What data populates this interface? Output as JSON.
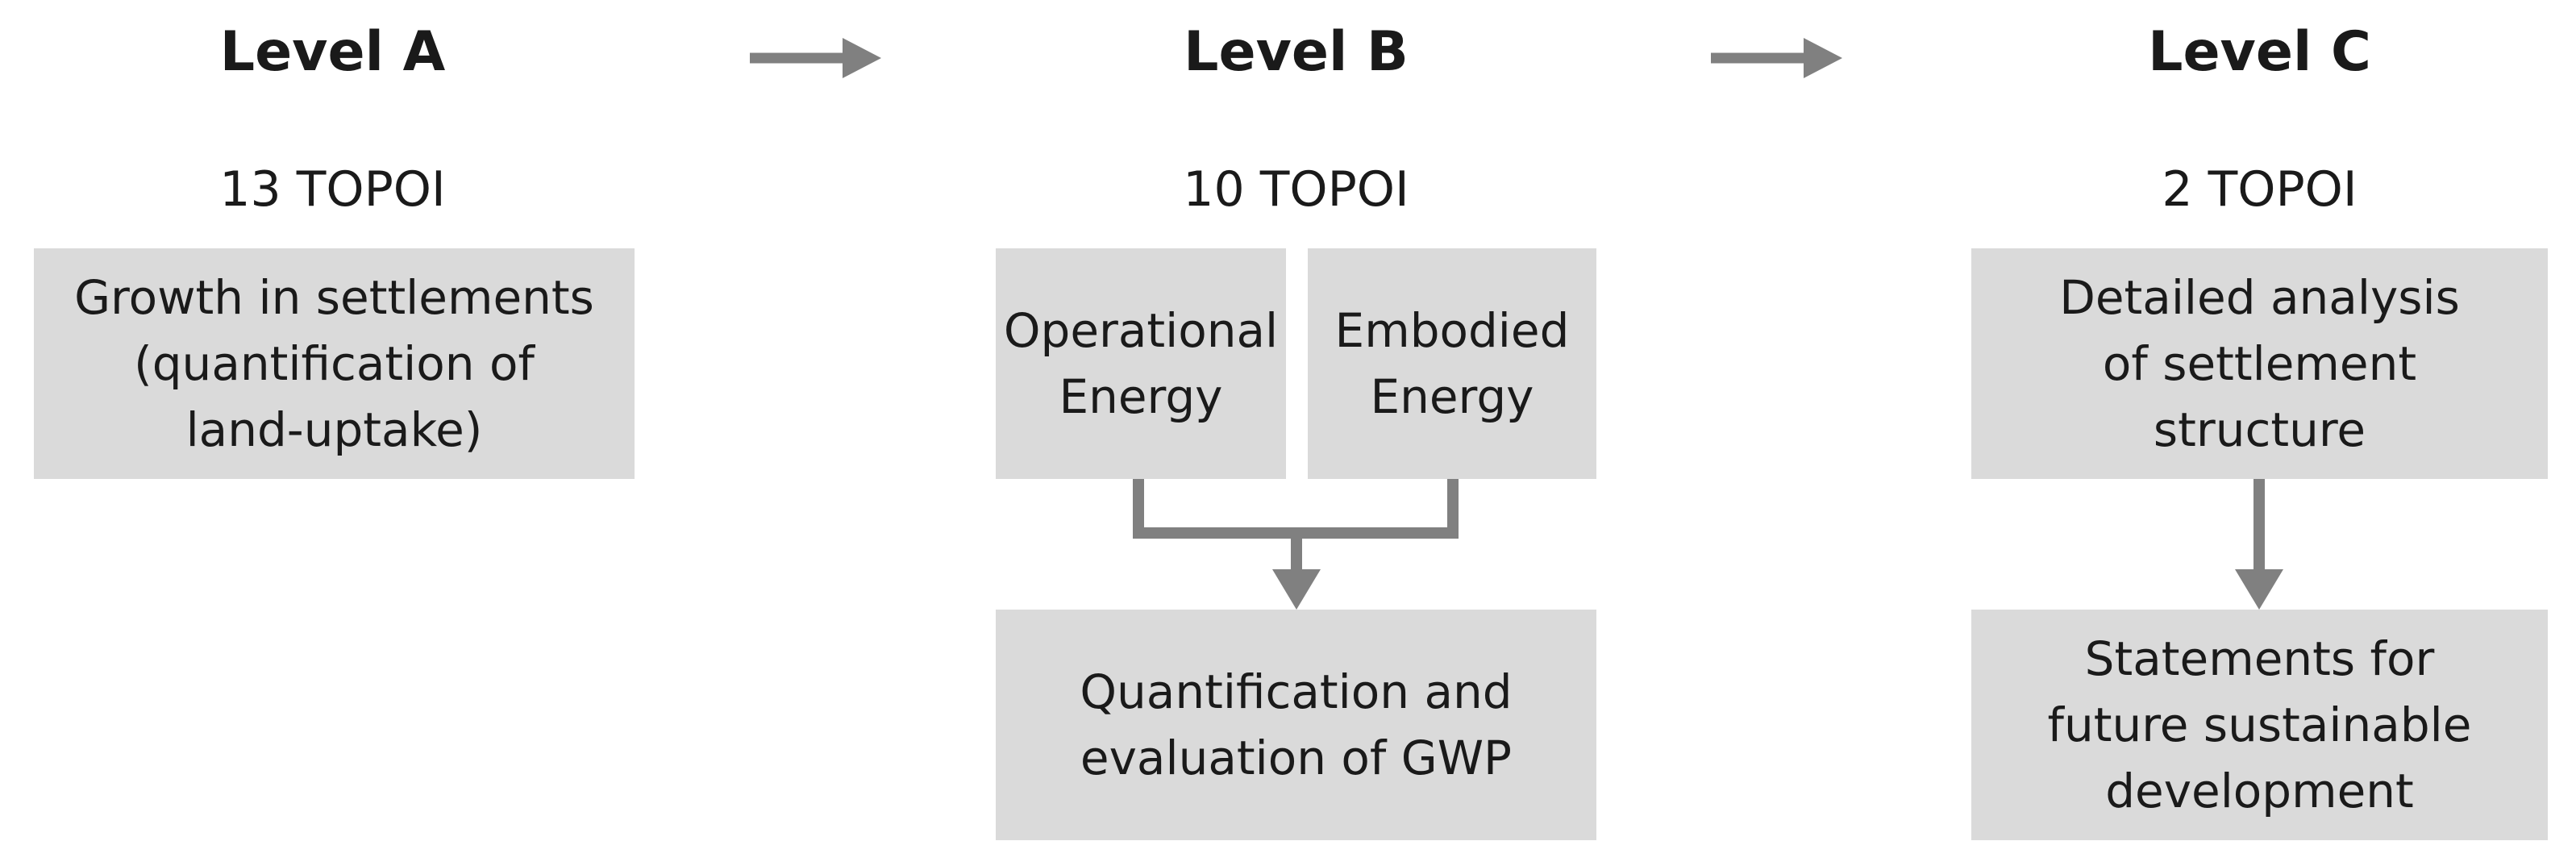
{
  "colors": {
    "box_fill": "#dadada",
    "connector": "#808080",
    "text": "#1a1a1a"
  },
  "levels": [
    {
      "title": "Level A",
      "count": "13 TOPOI",
      "boxes": [
        "Growth in settlements\n(quantification of\nland-uptake)"
      ]
    },
    {
      "title": "Level B",
      "count": "10 TOPOI",
      "boxes": [
        "Operational\nEnergy",
        "Embodied\nEnergy",
        "Quantification and\nevaluation of GWP"
      ]
    },
    {
      "title": "Level C",
      "count": "2 TOPOI",
      "boxes": [
        "Detailed analysis\nof settlement\nstructure",
        "Statements for\nfuture sustainable\ndevelopment"
      ]
    }
  ]
}
